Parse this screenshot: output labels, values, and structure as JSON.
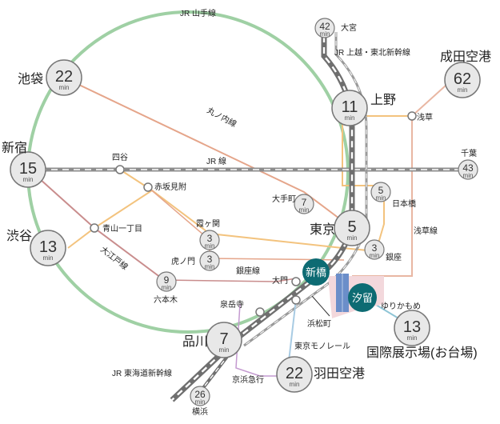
{
  "lines": {
    "yamanote": "JR 山手線",
    "marunouchi": "丸ノ内線",
    "jr": "JR 線",
    "joetsu": "JR 上越・東北新幹線",
    "asakusa": "浅草線",
    "ginza": "銀座線",
    "oedo": "大江戸線",
    "tokaido": "JR 東海道新幹線",
    "keikyu": "京浜急行",
    "monorail": "東京モノレール",
    "yurikamome": "ゆりかもめ"
  },
  "stations": {
    "ikebukuro": {
      "label": "池袋",
      "time": "22"
    },
    "shinjuku": {
      "label": "新宿",
      "time": "15"
    },
    "shibuya": {
      "label": "渋谷",
      "time": "13"
    },
    "shinagawa": {
      "label": "品川",
      "time": "7"
    },
    "tokyo": {
      "label": "東京",
      "time": "5"
    },
    "ueno": {
      "label": "上野",
      "time": "11"
    },
    "omiya": {
      "label": "大宮",
      "time": "42"
    },
    "narita": {
      "label": "成田空港",
      "time": "62"
    },
    "chiba": {
      "label": "千葉",
      "time": "43"
    },
    "asakusa": {
      "label": "浅草"
    },
    "nihombashi": {
      "label": "日本橋",
      "time": "5"
    },
    "ginza": {
      "label": "銀座",
      "time": "3"
    },
    "otemachi": {
      "label": "大手町",
      "time": "7"
    },
    "yotsuya": {
      "label": "四谷"
    },
    "akasakamitsuke": {
      "label": "赤坂見附"
    },
    "aoyama": {
      "label": "青山一丁目"
    },
    "kasumigaseki": {
      "label": "霞ヶ関",
      "time": "3"
    },
    "toranomon": {
      "label": "虎ノ門",
      "time": "3"
    },
    "roppongi": {
      "label": "六本木",
      "time": "9"
    },
    "daimon": {
      "label": "大門"
    },
    "sengakuji": {
      "label": "泉岳寺"
    },
    "hamamatsucho": {
      "label": "浜松町"
    },
    "shimbashi": {
      "label": "新橋"
    },
    "shiodome": {
      "label": "汐留"
    },
    "haneda": {
      "label": "羽田空港",
      "time": "22"
    },
    "yokohama": {
      "label": "横浜",
      "time": "26"
    },
    "kokusai": {
      "label": "国際展示場(お台場)",
      "time": "13"
    }
  },
  "min_label": "min",
  "colors": {
    "yamanote": "#9fd0a4",
    "marunouchi": "#e5a58a",
    "jr": "#8c8c8c",
    "shinkansen": "#6f6f6f",
    "asakusa": "#e9b7a3",
    "ginza": "#f3c37e",
    "oedo": "#c98d8d",
    "monorail": "#a8cbe3",
    "keikyu": "#c49ad0",
    "yurikamome": "#8fc5d6",
    "teal": "#0d6b73",
    "circle_fill": "#e8e8e8",
    "circle_stroke": "#777777"
  }
}
